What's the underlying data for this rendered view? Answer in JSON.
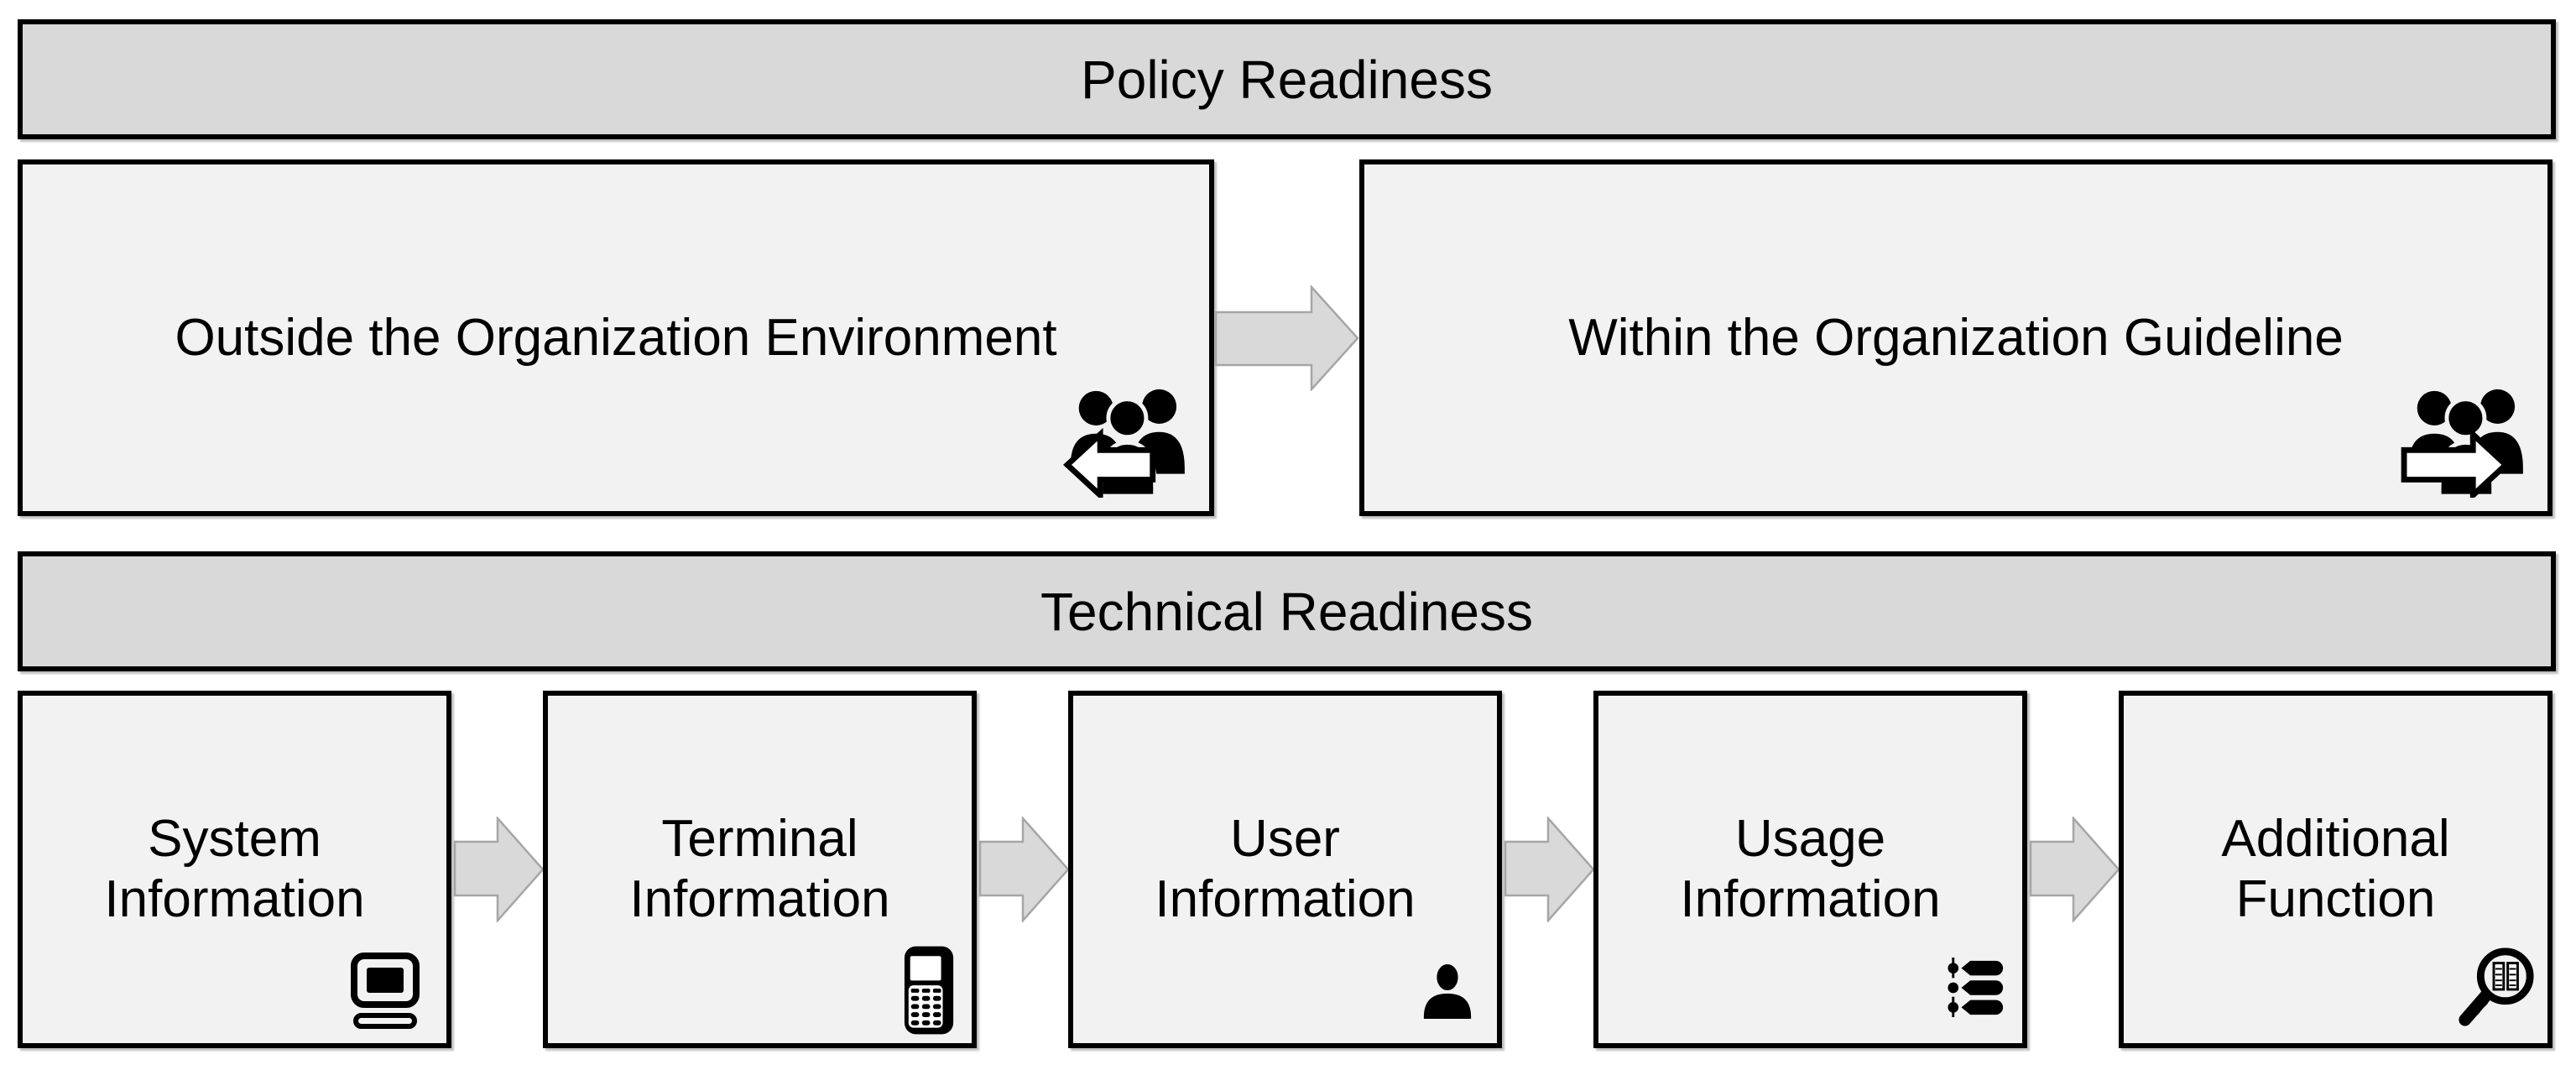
{
  "headers": {
    "policy": "Policy Readiness",
    "technical": "Technical Readiness"
  },
  "policy_row": {
    "boxes": [
      {
        "label": "Outside the Organization Environment",
        "icon": "people-group-arrow-left"
      },
      {
        "label": "Within the Organization Guideline",
        "icon": "people-group-arrow-right"
      }
    ]
  },
  "technical_row": {
    "boxes": [
      {
        "line1": "System",
        "line2": "Information",
        "icon": "desktop-computer"
      },
      {
        "line1": "Terminal",
        "line2": "Information",
        "icon": "mobile-phone"
      },
      {
        "line1": "User",
        "line2": "Information",
        "icon": "person"
      },
      {
        "line1": "Usage",
        "line2": "Information",
        "icon": "bulleted-list"
      },
      {
        "line1": "Additional",
        "line2": "Function",
        "icon": "magnifier-table"
      }
    ]
  },
  "colors": {
    "background": "#ffffff",
    "header_fill": "#d9d9d9",
    "box_fill": "#f2f2f2",
    "border": "#000000",
    "arrow_fill": "#d9d9d9",
    "arrow_stroke": "#a6a6a6",
    "icon_color": "#000000"
  }
}
